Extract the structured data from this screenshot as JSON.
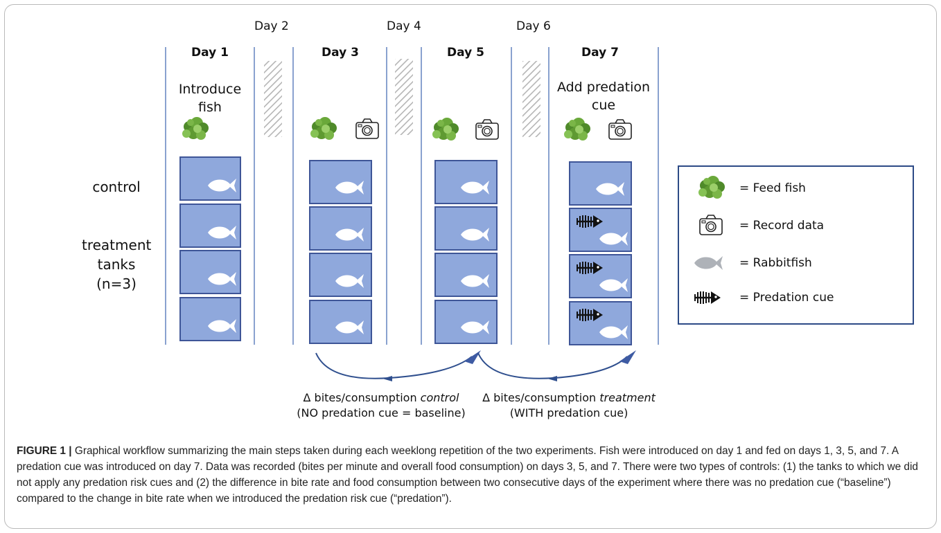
{
  "gap_days": [
    "Day 2",
    "Day 4",
    "Day 6"
  ],
  "days": [
    {
      "label": "Day 1",
      "action": [
        "Introduce",
        "fish"
      ],
      "feed": true,
      "record": false,
      "tanks": [
        "fish",
        "fish",
        "fish",
        "fish"
      ]
    },
    {
      "label": "Day 3",
      "action": [],
      "feed": true,
      "record": true,
      "tanks": [
        "fish",
        "fish",
        "fish",
        "fish"
      ]
    },
    {
      "label": "Day 5",
      "action": [],
      "feed": true,
      "record": true,
      "tanks": [
        "fish",
        "fish",
        "fish",
        "fish"
      ]
    },
    {
      "label": "Day 7",
      "action": [
        "Add predation",
        "cue"
      ],
      "feed": true,
      "record": true,
      "tanks": [
        "fish",
        "fish+cue",
        "fish+cue",
        "fish+cue"
      ]
    }
  ],
  "row_labels": {
    "control": "control",
    "treatment": [
      "treatment",
      "tanks",
      "(n=3)"
    ]
  },
  "comparisons": [
    {
      "prefix": "Δ bites/consumption ",
      "italic": "control",
      "note": "(NO predation cue = baseline)"
    },
    {
      "prefix": "Δ bites/consumption ",
      "italic": "treatment",
      "note": "(WITH predation cue)"
    }
  ],
  "legend": [
    {
      "icon": "feed-icon",
      "text": "= Feed fish"
    },
    {
      "icon": "camera-icon",
      "text": "= Record data"
    },
    {
      "icon": "rabbitfish-icon",
      "text": "= Rabbitfish"
    },
    {
      "icon": "predation-cue-icon",
      "text": "= Predation cue"
    }
  ],
  "caption": {
    "label": "FIGURE 1 |",
    "text": "Graphical workflow summarizing the main steps taken during each weeklong repetition of the two experiments. Fish were introduced on day 1 and fed on days 1, 3, 5, and 7. A predation cue was introduced on day 7. Data was recorded (bites per minute and overall food consumption) on days 3, 5, and 7. There were two types of controls: (1) the tanks to which we did not apply any predation risk cues and (2) the difference in bite rate and food consumption between two consecutive days of the experiment where there was no predation cue (“baseline”) compared to the change in bite rate when we introduced the predation risk cue (“predation”)."
  },
  "colors": {
    "tank_fill": "#8fa8dc",
    "tank_border": "#3e5597",
    "divider": "#4a6fb5",
    "arrow": "#2f4f8e",
    "fish": "#ffffff",
    "legend_fish": "#aeb2b8",
    "feed": "#5f9a32"
  }
}
